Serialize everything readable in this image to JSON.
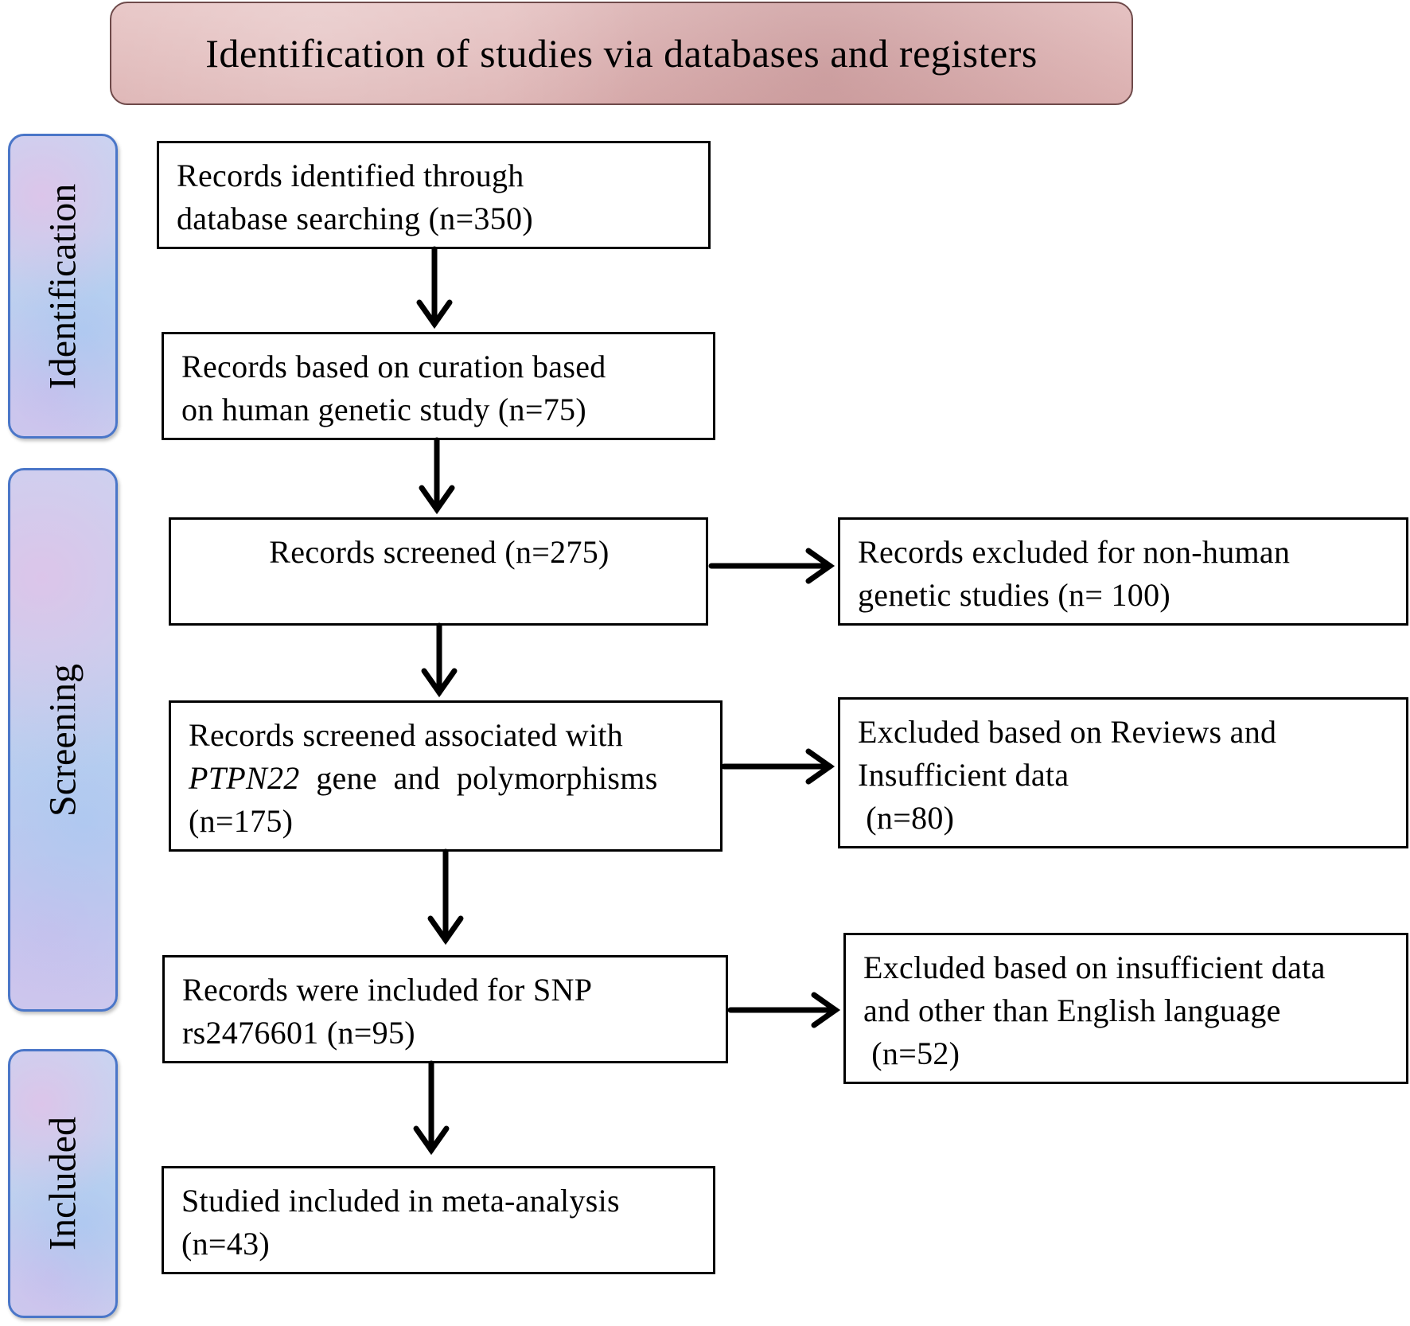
{
  "header": {
    "title": "Identification  of studies via databases and registers"
  },
  "stages": [
    {
      "label": "Identification"
    },
    {
      "label": "Screening"
    },
    {
      "label": "Included"
    }
  ],
  "boxes": {
    "identified": {
      "line1": "Records  identified  through",
      "line2": "database  searching   (n=350)"
    },
    "curation": {
      "line1": "Records  based  on  curation  based",
      "line2": "on  human  genetic  study  (n=75)"
    },
    "screened": {
      "line1": "Records  screened  (n=275)"
    },
    "excluded_nonhuman": {
      "line1": "Records  excluded  for  non-human",
      "line2": "genetic  studies  (n= 100)"
    },
    "ptpn22": {
      "line1": "Records  screened  associated  with",
      "gene": "PTPN22",
      "line2_rest": "  gene  and  polymorphisms",
      "line3": "(n=175)"
    },
    "excluded_reviews": {
      "line1": "Excluded  based  on  Reviews  and",
      "line2": "Insufficient  data",
      "line3": " (n=80)"
    },
    "snp": {
      "line1": "Records  were  included  for  SNP",
      "line2": "rs2476601  (n=95)"
    },
    "excluded_language": {
      "line1": "Excluded  based  on  insufficient  data",
      "line2": "and  other  than  English  language",
      "line3": " (n=52)"
    },
    "included": {
      "line1": "Studied  included  in  meta-analysis",
      "line2": "(n=43)"
    }
  }
}
